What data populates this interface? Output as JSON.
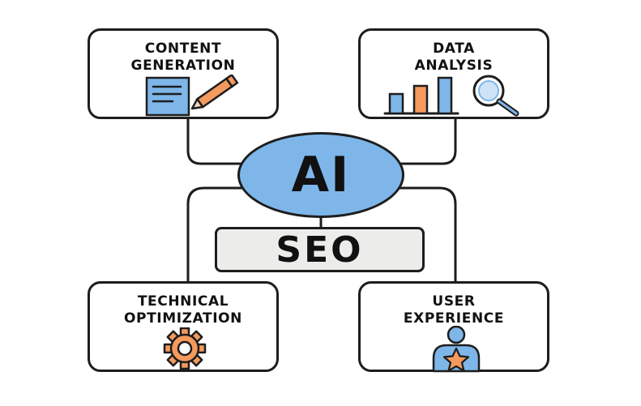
{
  "center": {
    "label": "AI"
  },
  "banner": {
    "label": "SEO"
  },
  "cards": {
    "content_generation": {
      "line1": "CONTENT",
      "line2": "GENERATION",
      "icon": "document-pencil-icon"
    },
    "data_analysis": {
      "line1": "DATA",
      "line2": "ANALYSIS",
      "icon": "bar-chart-magnifier-icon"
    },
    "technical_optimization": {
      "line1": "TECHNICAL",
      "line2": "OPTIMIZATION",
      "icon": "gear-icon"
    },
    "user_experience": {
      "line1": "USER",
      "line2": "EXPERIENCE",
      "icon": "user-star-icon"
    }
  },
  "colors": {
    "blue": "#7eb6ea",
    "orange": "#f39a5c",
    "outline": "#1d1d1d",
    "banner_fill": "#ececea"
  }
}
